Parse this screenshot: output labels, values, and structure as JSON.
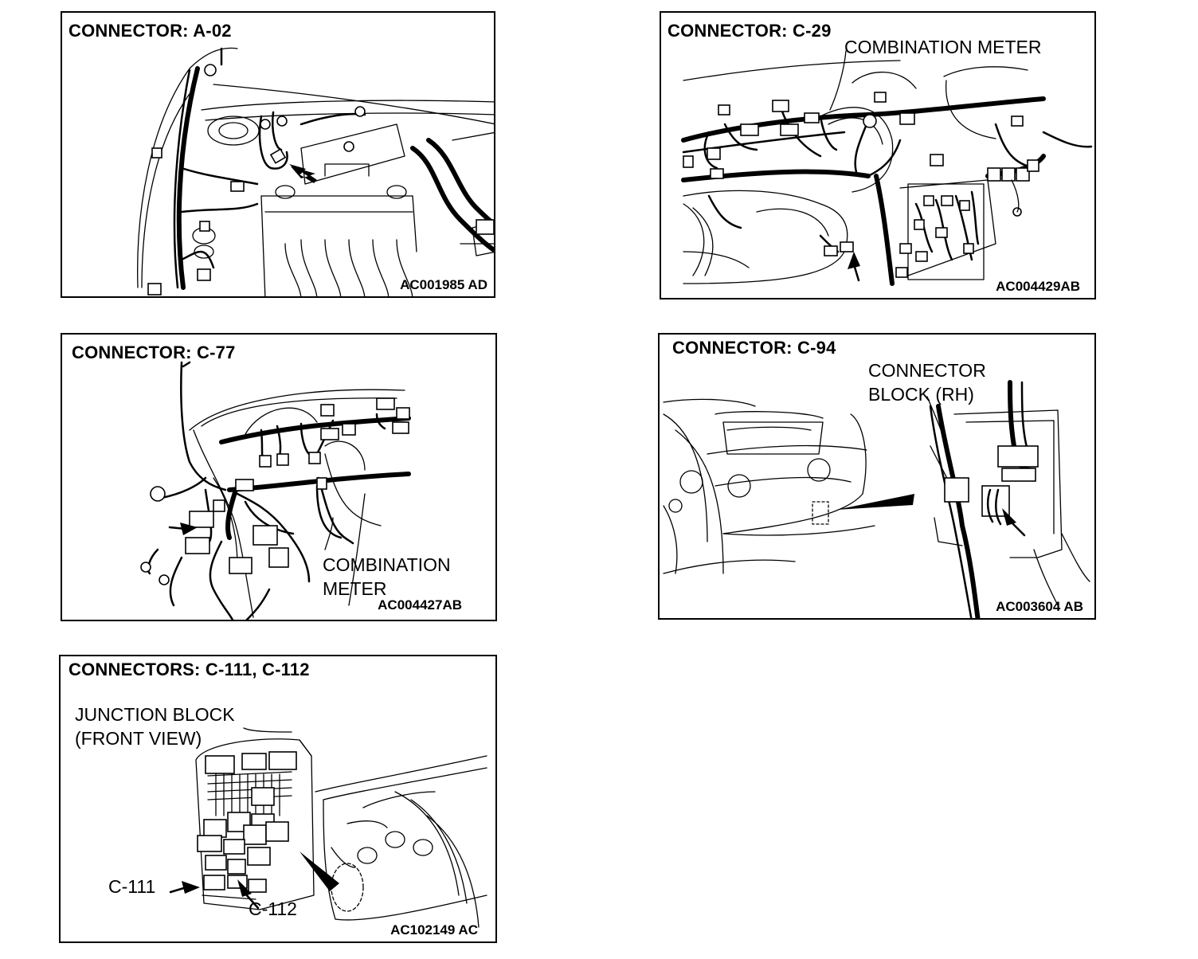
{
  "panels": {
    "a02": {
      "title": "CONNECTOR: A-02",
      "code": "AC001985 AD"
    },
    "c29": {
      "title": "CONNECTOR: C-29",
      "label": "COMBINATION METER",
      "code": "AC004429AB"
    },
    "c77": {
      "title": "CONNECTOR: C-77",
      "label_lines": [
        "COMBINATION",
        "METER"
      ],
      "code": "AC004427AB"
    },
    "c94": {
      "title": "CONNECTOR: C-94",
      "label_lines": [
        "CONNECTOR",
        "BLOCK (RH)"
      ],
      "code": "AC003604 AB"
    },
    "c111": {
      "title": "CONNECTORS: C-111, C-112",
      "label_lines": [
        "JUNCTION BLOCK",
        "(FRONT VIEW)"
      ],
      "c111_label": "C-111",
      "c112_label": "C-112",
      "code": "AC102149 AC"
    }
  }
}
